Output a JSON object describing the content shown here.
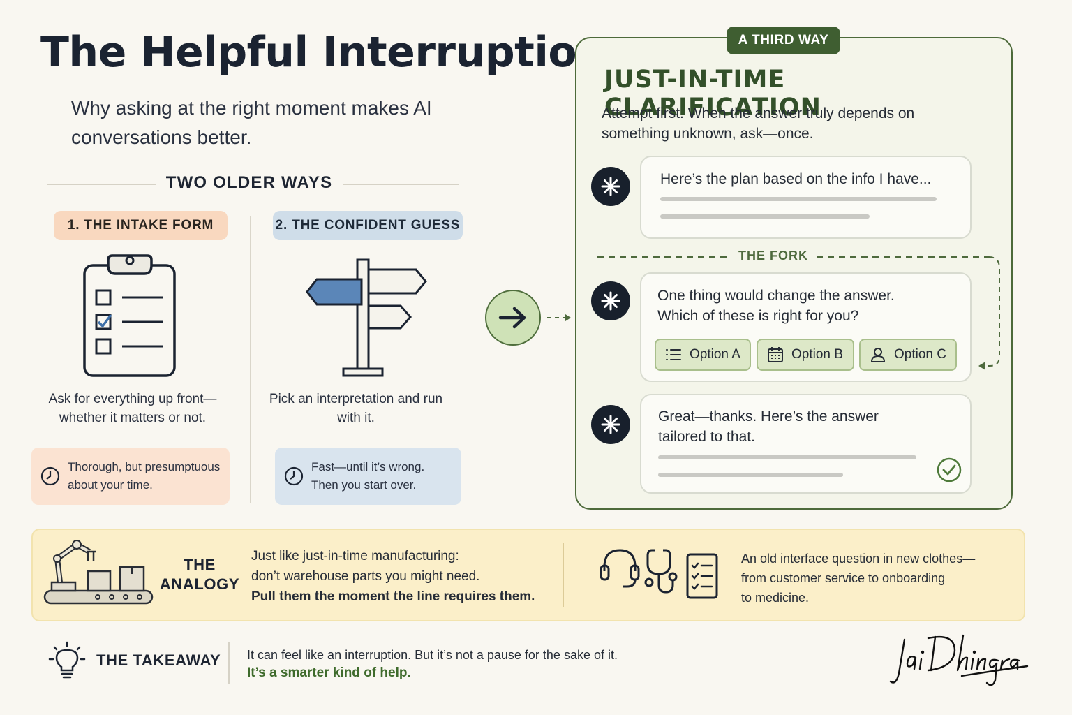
{
  "header": {
    "title": "The Helpful Interruption",
    "subtitle": "Why asking at the right moment makes AI conversations better."
  },
  "older_ways": {
    "heading": "TWO OLDER WAYS",
    "intake_form": {
      "label": "1. THE INTAKE FORM",
      "description": "Ask for everything up front—whether it matters or not.",
      "note_line1": "Thorough, but presumptuous",
      "note_line2": "about your time."
    },
    "confident_guess": {
      "label": "2. THE CONFIDENT GUESS",
      "description": "Pick an interpretation and run with it.",
      "note_line1": "Fast—until it’s wrong.",
      "note_line2": "Then you start over."
    }
  },
  "third_way": {
    "badge": "A THIRD WAY",
    "title": "JUST-IN-TIME CLARIFICATION",
    "lead": "Attempt first. When the answer truly depends on something unknown, ask—once.",
    "message_plan": "Here’s the plan based on the info I have...",
    "fork_label": "THE FORK",
    "message_question_line1": "One thing would change the answer.",
    "message_question_line2": "Which of these is right for you?",
    "options": [
      "Option A",
      "Option B",
      "Option C"
    ],
    "message_answer_line1": "Great—thanks. Here’s the answer",
    "message_answer_line2": "tailored to that."
  },
  "analogy": {
    "heading_line1": "THE",
    "heading_line2": "ANALOGY",
    "text_line1": "Just like just-in-time manufacturing:",
    "text_line2": "don’t warehouse parts you might need.",
    "text_bold": "Pull them the moment the line requires them.",
    "clothes_line1": "An old interface question in new clothes—",
    "clothes_line2": "from customer service to onboarding",
    "clothes_line3": "to medicine."
  },
  "takeaway": {
    "heading": "THE TAKEAWAY",
    "line1": "It can feel like an interruption. But it’s not a pause for the sake of it.",
    "line2": "It’s a smarter kind of help."
  },
  "signature": "Jai Dhingra",
  "colors": {
    "background": "#f9f7f1",
    "accent_green": "#3f5e31",
    "intake_orange": "#f9d8bf",
    "guess_blue": "#cfdde9",
    "analogy_yellow": "#fbefc9"
  },
  "icons": [
    "clipboard-icon",
    "signpost-icon",
    "arrow-right-icon",
    "assistant-icon",
    "list-icon",
    "calendar-icon",
    "user-icon",
    "check-circle-icon",
    "clock-icon",
    "robot-arm-icon",
    "headset-icon",
    "stethoscope-icon",
    "checklist-icon",
    "lightbulb-icon"
  ]
}
